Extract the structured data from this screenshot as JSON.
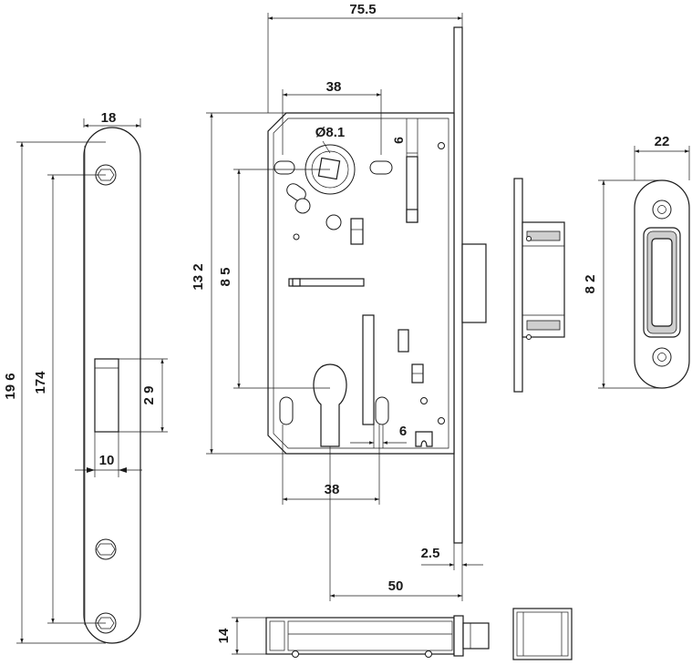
{
  "dimensions": {
    "body_width": "75.5",
    "spindle_to_top_backset": "38",
    "spindle_diameter": "Ø8.1",
    "latch_offset_top": "6",
    "case_height": "13 2",
    "centre_distance": "8 5",
    "faceplate_width": "18",
    "faceplate_length": "19 6",
    "faceplate_screw_distance": "174",
    "latch_cutout_height": "2 9",
    "latch_cutout_width": "10",
    "cylinder_backset": "38",
    "latch_offset_bottom": "6",
    "faceplate_thickness": "2.5",
    "backset": "50",
    "case_depth": "14",
    "strike_width": "22",
    "strike_height": "8 2"
  },
  "colors": {
    "line": "#1a1a1a",
    "background": "#ffffff",
    "fill_grey": "#cfcfcf"
  }
}
